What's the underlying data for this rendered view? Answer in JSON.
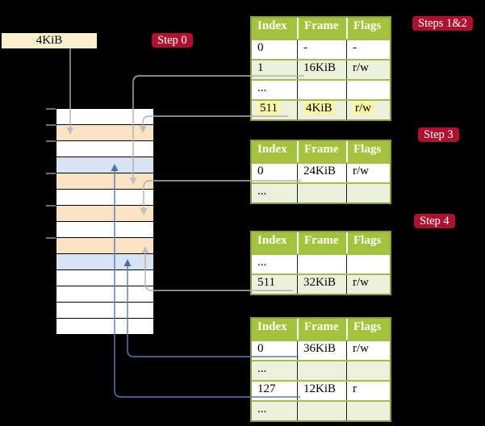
{
  "block": {
    "label": "4KiB"
  },
  "badges": [
    {
      "id": "step0",
      "label": "Step 0"
    },
    {
      "id": "steps12",
      "label": "Steps 1&2"
    },
    {
      "id": "step3",
      "label": "Step 3"
    },
    {
      "id": "step4",
      "label": "Step 4"
    }
  ],
  "memory": {
    "rows": [
      "white",
      "peach",
      "white",
      "blue",
      "peach",
      "white",
      "peach",
      "white",
      "peach",
      "blue",
      "white",
      "white",
      "white",
      "white"
    ]
  },
  "tables": [
    {
      "name": "page-table-steps-1-2",
      "header": [
        "Index",
        "Frame",
        "Flags"
      ],
      "rows": [
        {
          "cells": [
            "0",
            "-",
            "-"
          ],
          "shaded": false,
          "highlight": false
        },
        {
          "cells": [
            "1",
            "16KiB",
            "r/w"
          ],
          "shaded": true,
          "highlight": false
        },
        {
          "cells": [
            "...",
            "",
            ""
          ],
          "shaded": false,
          "highlight": false
        },
        {
          "cells": [
            "511",
            "4KiB",
            "r/w"
          ],
          "shaded": true,
          "highlight": true
        }
      ]
    },
    {
      "name": "page-table-step-3",
      "header": [
        "Index",
        "Frame",
        "Flags"
      ],
      "rows": [
        {
          "cells": [
            "0",
            "24KiB",
            "r/w"
          ],
          "shaded": false,
          "highlight": false
        },
        {
          "cells": [
            "...",
            "",
            ""
          ],
          "shaded": true,
          "highlight": false
        }
      ]
    },
    {
      "name": "page-table-step-4-upper",
      "header": [
        "Index",
        "Frame",
        "Flags"
      ],
      "rows": [
        {
          "cells": [
            "...",
            "",
            ""
          ],
          "shaded": false,
          "highlight": false
        },
        {
          "cells": [
            "511",
            "32KiB",
            "r/w"
          ],
          "shaded": true,
          "highlight": false
        }
      ]
    },
    {
      "name": "page-table-step-4-lower",
      "header": [
        "Index",
        "Frame",
        "Flags"
      ],
      "rows": [
        {
          "cells": [
            "0",
            "36KiB",
            "r/w"
          ],
          "shaded": false,
          "highlight": false
        },
        {
          "cells": [
            "...",
            "",
            ""
          ],
          "shaded": true,
          "highlight": false
        },
        {
          "cells": [
            "127",
            "12KiB",
            "r"
          ],
          "shaded": false,
          "highlight": false
        },
        {
          "cells": [
            "...",
            "",
            ""
          ],
          "shaded": true,
          "highlight": false
        }
      ]
    }
  ],
  "colors": {
    "background": "#000000",
    "badge_red": "#ae1130",
    "header_green": "#a4c33c",
    "shaded_row_green": "#ecf1dc",
    "table_border_olive": "#8d9c41",
    "frame_peach": "#fbe3c3",
    "frame_blue": "#d7e4f4",
    "legend_cream": "#faf0cb",
    "highlight_yellow": "#fcf7a2",
    "gray_arrow": "#b2b2b2",
    "blue_arrow": "#5c7cb1"
  }
}
